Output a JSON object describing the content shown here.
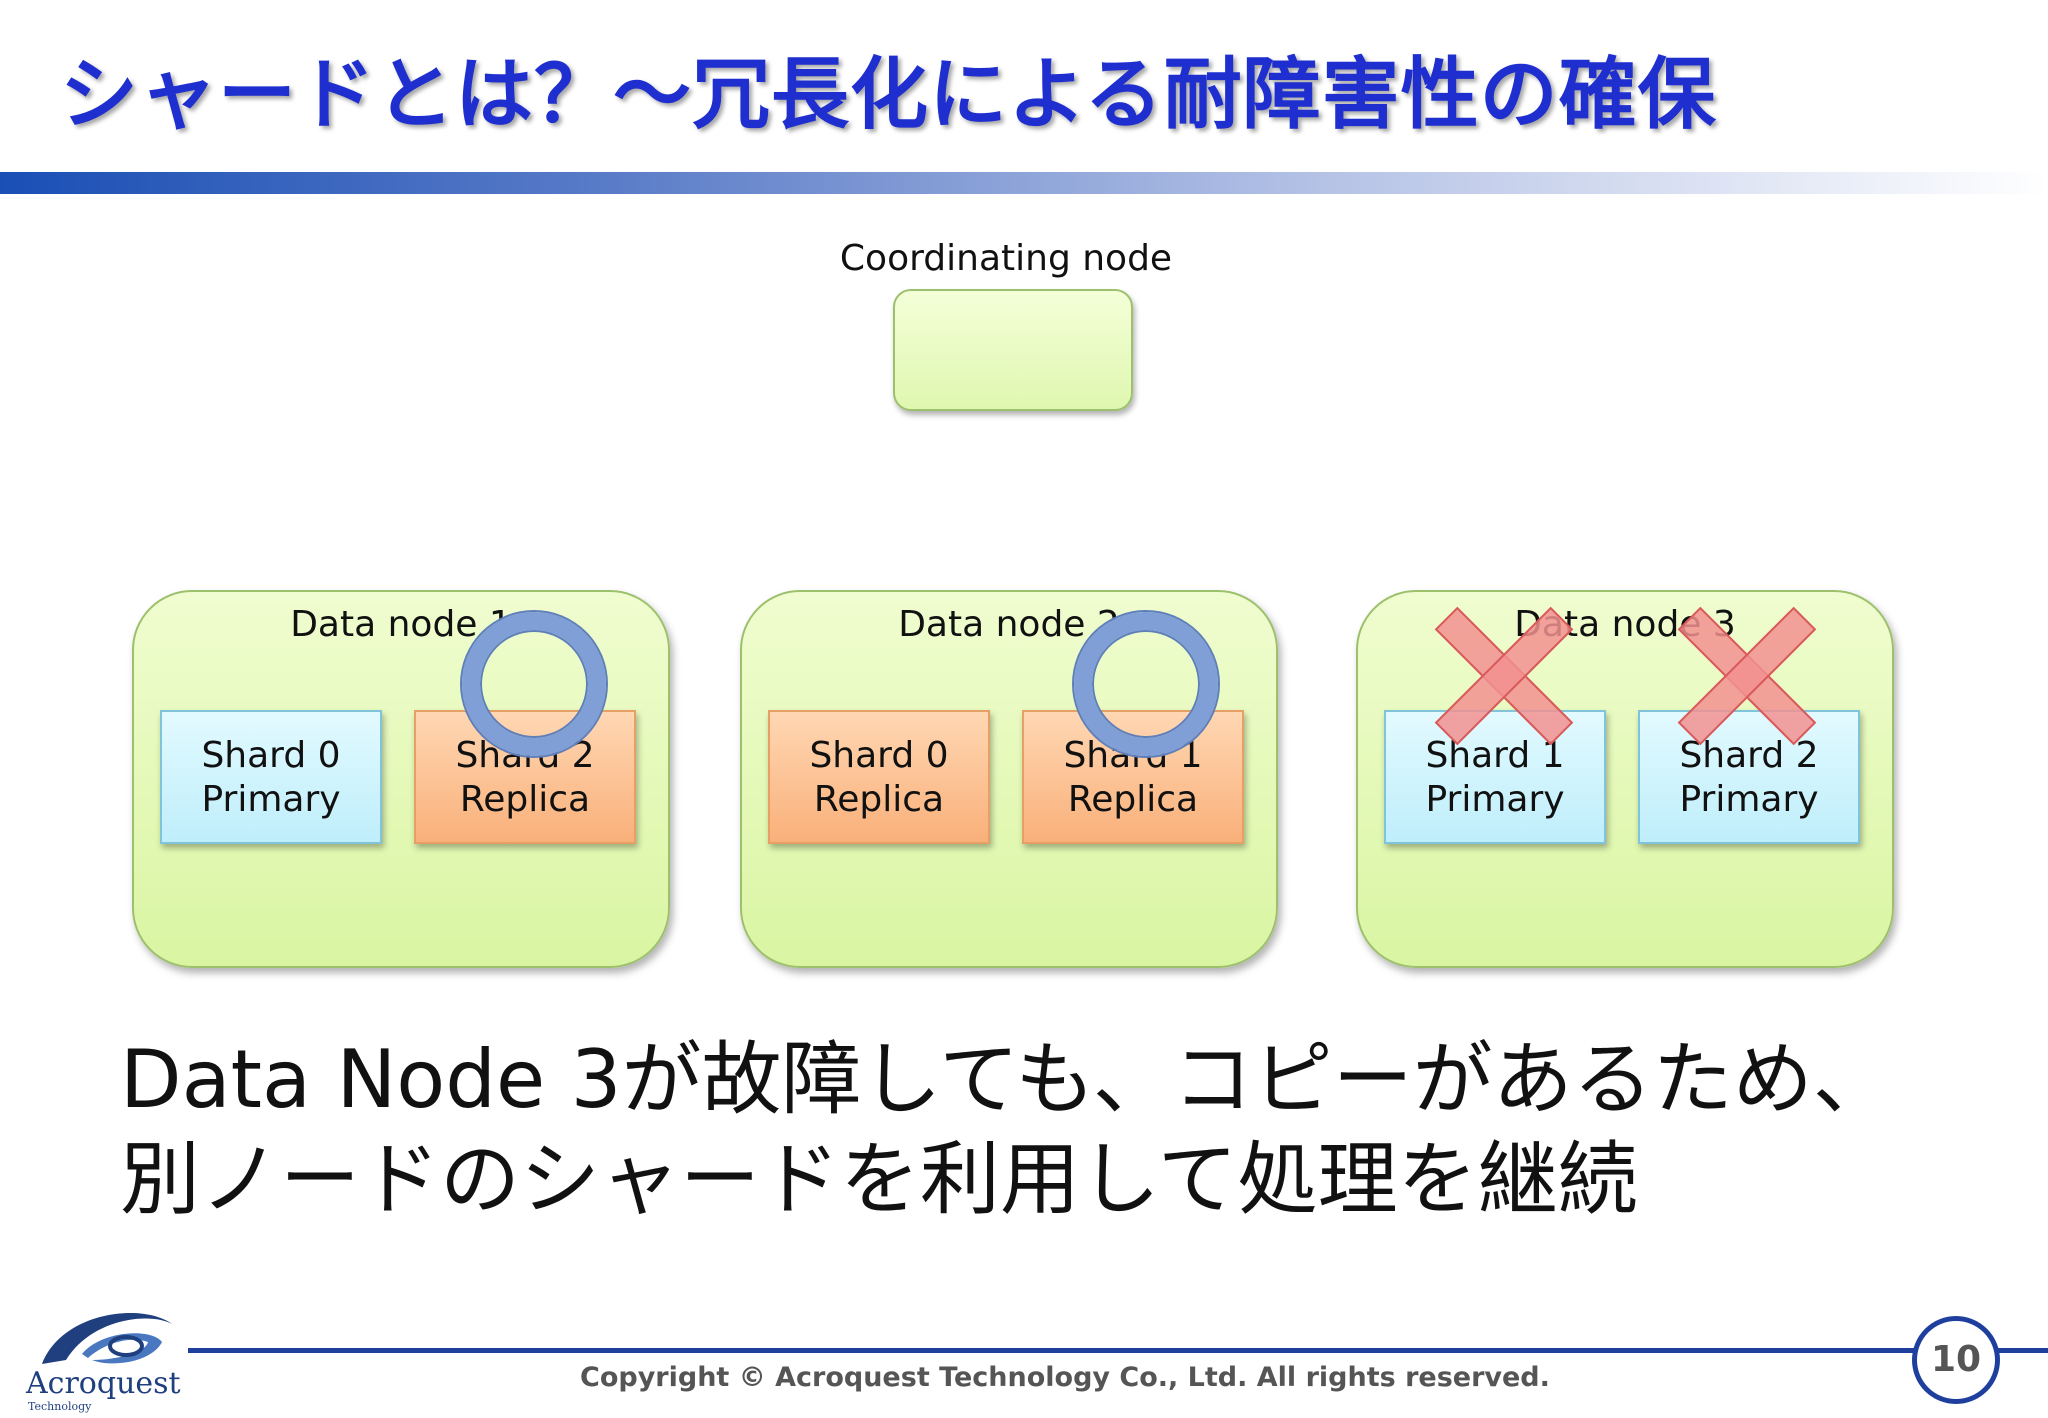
{
  "title": "シャードとは？～冗長化による耐障害性の確保",
  "coordinating_node": {
    "label": "Coordinating node"
  },
  "data_nodes": [
    {
      "label": "Data node 1",
      "shards": [
        {
          "line1": "Shard 0",
          "line2": "Primary",
          "kind": "primary"
        },
        {
          "line1": "Shard 2",
          "line2": "Replica",
          "kind": "replica"
        }
      ]
    },
    {
      "label": "Data node 2",
      "shards": [
        {
          "line1": "Shard 0",
          "line2": "Replica",
          "kind": "replica"
        },
        {
          "line1": "Shard 1",
          "line2": "Replica",
          "kind": "replica"
        }
      ]
    },
    {
      "label": "Data node 3",
      "shards": [
        {
          "line1": "Shard 1",
          "line2": "Primary",
          "kind": "primary"
        },
        {
          "line1": "Shard 2",
          "line2": "Primary",
          "kind": "primary"
        }
      ]
    }
  ],
  "description": {
    "line1": "Data Node 3が故障しても、コピーがあるため、",
    "line2": "別ノードのシャードを利用して処理を継続"
  },
  "footer": {
    "copyright": "Copyright © Acroquest Technology Co., Ltd. All rights reserved.",
    "page_number": "10",
    "logo_text": "Acroquest",
    "logo_subtext": "Technology"
  },
  "colors": {
    "title": "#1f2fcf",
    "primary_shard": "#bfeefb",
    "replica_shard": "#f9b07a",
    "node_fill": "#d9f5a2",
    "ring": "#7f9fd6",
    "cross": "#f29191"
  }
}
